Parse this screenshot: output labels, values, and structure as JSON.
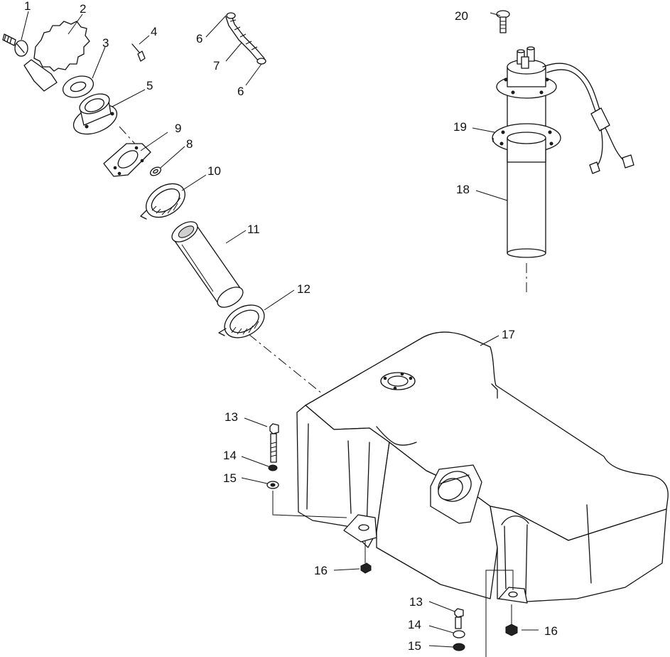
{
  "callouts": [
    {
      "id": "c1",
      "text": "1"
    },
    {
      "id": "c2",
      "text": "2"
    },
    {
      "id": "c3",
      "text": "3"
    },
    {
      "id": "c4",
      "text": "4"
    },
    {
      "id": "c5",
      "text": "5"
    },
    {
      "id": "c6a",
      "text": "6"
    },
    {
      "id": "c6b",
      "text": "6"
    },
    {
      "id": "c7",
      "text": "7"
    },
    {
      "id": "c8",
      "text": "8"
    },
    {
      "id": "c9",
      "text": "9"
    },
    {
      "id": "c10",
      "text": "10"
    },
    {
      "id": "c11",
      "text": "11"
    },
    {
      "id": "c12",
      "text": "12"
    },
    {
      "id": "c13a",
      "text": "13"
    },
    {
      "id": "c13b",
      "text": "13"
    },
    {
      "id": "c14a",
      "text": "14"
    },
    {
      "id": "c14b",
      "text": "14"
    },
    {
      "id": "c15a",
      "text": "15"
    },
    {
      "id": "c15b",
      "text": "15"
    },
    {
      "id": "c16a",
      "text": "16"
    },
    {
      "id": "c16b",
      "text": "16"
    },
    {
      "id": "c17",
      "text": "17"
    },
    {
      "id": "c18",
      "text": "18"
    },
    {
      "id": "c19",
      "text": "19"
    },
    {
      "id": "c20",
      "text": "20"
    }
  ]
}
